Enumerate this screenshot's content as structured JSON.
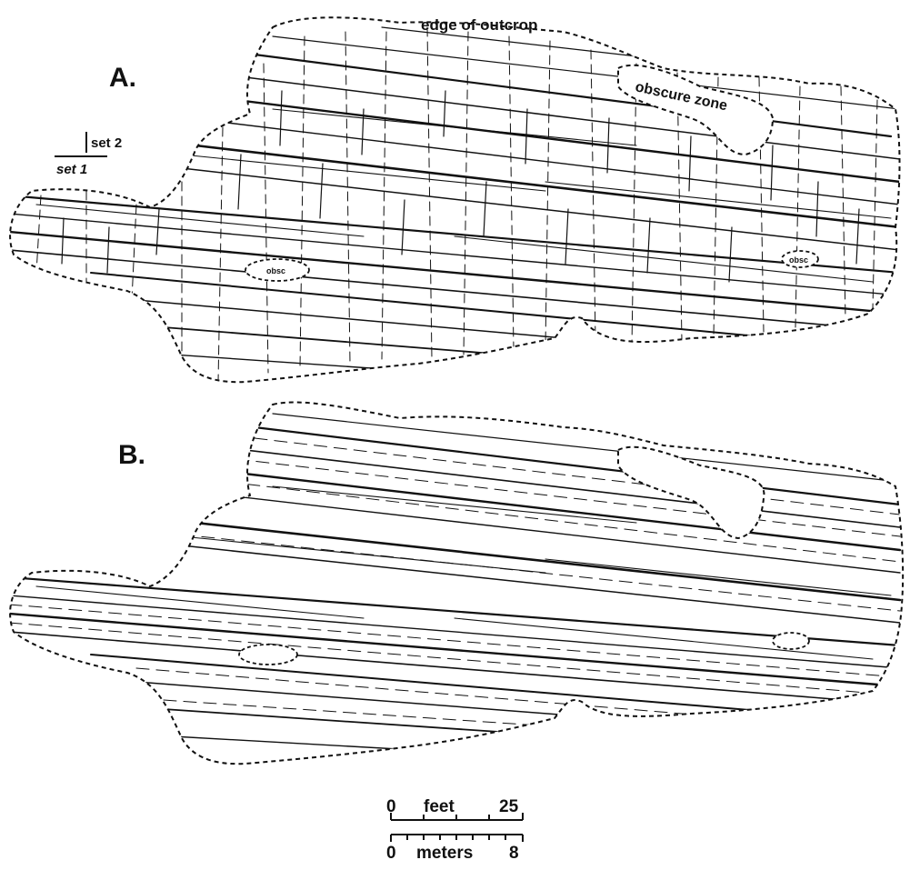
{
  "panels": [
    {
      "id": "A",
      "label": "A."
    },
    {
      "id": "B",
      "label": "B."
    }
  ],
  "annotations": {
    "edge": "edge of outcrop",
    "obscure": "obscure zone",
    "obsc": "obsc",
    "set1": "set 1",
    "set2": "set 2"
  },
  "scale": {
    "feet_zero": "0",
    "feet_label": "feet",
    "feet_max": "25",
    "meters_zero": "0",
    "meters_label": "meters",
    "meters_max": "8"
  }
}
